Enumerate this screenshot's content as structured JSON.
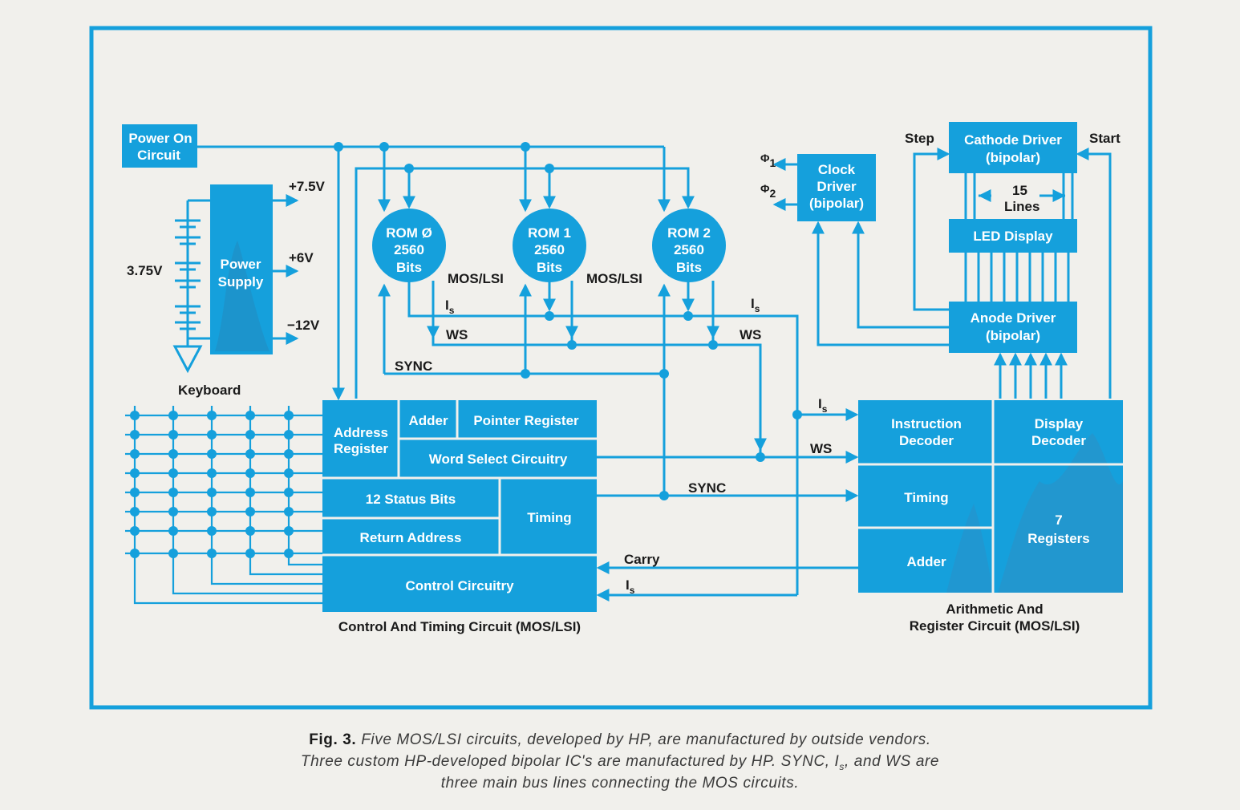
{
  "colors": {
    "accent": "#15a0dc",
    "background": "#f1f0ec",
    "ink": "#1a1a1a"
  },
  "blocks": {
    "power_on": [
      "Power On",
      "Circuit"
    ],
    "power_supply": [
      "Power",
      "Supply"
    ],
    "rom0": [
      "ROM Ø",
      "2560",
      "Bits"
    ],
    "rom1": [
      "ROM 1",
      "2560",
      "Bits"
    ],
    "rom2": [
      "ROM 2",
      "2560",
      "Bits"
    ],
    "clock_driver": [
      "Clock",
      "Driver",
      "(bipolar)"
    ],
    "cathode_driver": [
      "Cathode Driver",
      "(bipolar)"
    ],
    "led_display": "LED Display",
    "anode_driver": [
      "Anode Driver",
      "(bipolar)"
    ],
    "ctc": {
      "address_register": [
        "Address",
        "Register"
      ],
      "adder": "Adder",
      "pointer_register": "Pointer Register",
      "word_select": "Word Select Circuitry",
      "status_bits": "12 Status Bits",
      "timing": "Timing",
      "return_address": "Return Address",
      "control_circuitry": "Control Circuitry"
    },
    "arc": {
      "instruction_decoder": [
        "Instruction",
        "Decoder"
      ],
      "display_decoder": [
        "Display",
        "Decoder"
      ],
      "timing": "Timing",
      "registers": [
        "7",
        "Registers"
      ],
      "adder": "Adder"
    }
  },
  "labels": {
    "v75": "+7.5V",
    "v6": "+6V",
    "v12": "−12V",
    "battery": "3.75V",
    "keyboard": "Keyboard",
    "mos_lsi_1": "MOS/LSI",
    "mos_lsi_2": "MOS/LSI",
    "is": "I",
    "is_sub": "s",
    "ws": "WS",
    "sync": "SYNC",
    "carry": "Carry",
    "phi": "Φ",
    "phi1_sub": "1",
    "phi2_sub": "2",
    "step": "Step",
    "start": "Start",
    "lines_count": "15",
    "lines_word": "Lines",
    "ctc_caption": "Control And Timing Circuit (MOS/LSI)",
    "arc_caption": [
      "Arithmetic And",
      "Register Circuit (MOS/LSI)"
    ]
  },
  "caption": {
    "fig": "Fig. 3.",
    "line1": "Five MOS/LSI circuits, developed by HP, are manufactured by outside vendors.",
    "line2_a": "Three custom HP-developed bipolar IC's are manufactured by HP. SYNC, I",
    "line2_sub": "s",
    "line2_b": ", and WS are",
    "line3": "three main bus lines connecting the MOS circuits."
  }
}
